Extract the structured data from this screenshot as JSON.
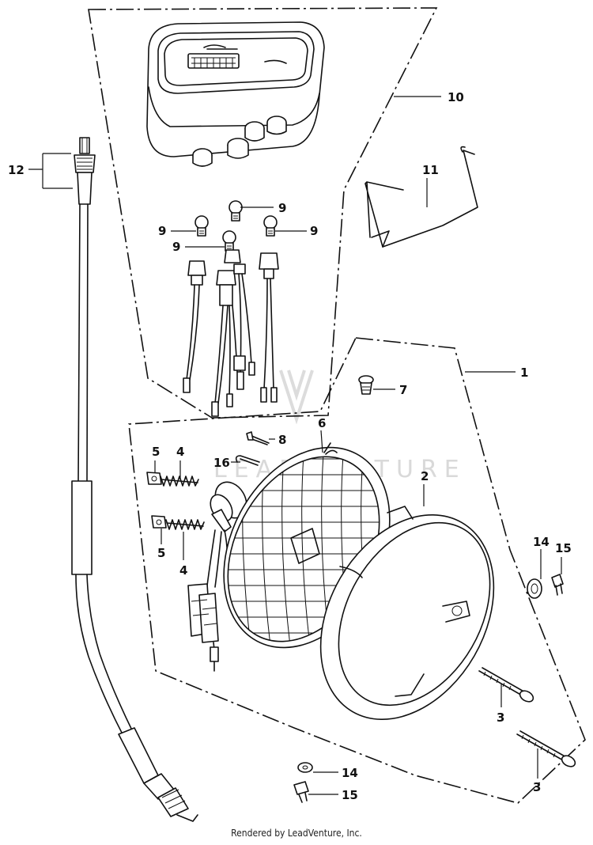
{
  "watermark": "LEADVENTURE",
  "footer": "Rendered by LeadVenture, Inc.",
  "callouts": {
    "c1": "1",
    "c2": "2",
    "c3a": "3",
    "c3b": "3",
    "c4a": "4",
    "c4b": "4",
    "c5a": "5",
    "c5b": "5",
    "c6": "6",
    "c7": "7",
    "c8": "8",
    "c9a": "9",
    "c9b": "9",
    "c9c": "9",
    "c9d": "9",
    "c10": "10",
    "c11": "11",
    "c12": "12",
    "c14a": "14",
    "c14b": "14",
    "c15a": "15",
    "c15b": "15",
    "c16": "16"
  }
}
